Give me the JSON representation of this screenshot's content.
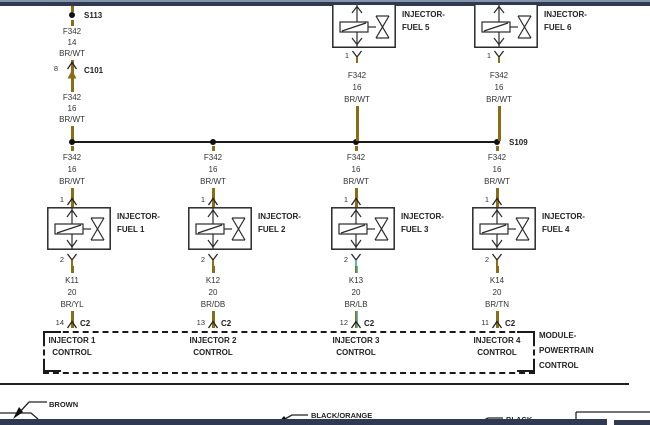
{
  "feed": {
    "splice_label": "S113",
    "wire_above": {
      "circuit": "F342",
      "gauge": "14",
      "color": "BR/WT"
    },
    "connector_pin": "8",
    "connector_label": "C101",
    "wire_below": {
      "circuit": "F342",
      "gauge": "16",
      "color": "BR/WT"
    }
  },
  "splice_right_label": "S109",
  "top_injectors": [
    {
      "label1": "INJECTOR-",
      "label2": "FUEL 5",
      "pin": "1",
      "wire": {
        "circuit": "F342",
        "gauge": "16",
        "color": "BR/WT"
      }
    },
    {
      "label1": "INJECTOR-",
      "label2": "FUEL 6",
      "pin": "1",
      "wire": {
        "circuit": "F342",
        "gauge": "16",
        "color": "BR/WT"
      }
    }
  ],
  "branches": [
    {
      "wire_top": {
        "circuit": "F342",
        "gauge": "16",
        "color": "BR/WT"
      },
      "pin_top": "1",
      "label1": "INJECTOR-",
      "label2": "FUEL 1",
      "pin_bottom": "2",
      "wire_bottom": {
        "circuit": "K11",
        "gauge": "20",
        "color": "BR/YL"
      },
      "pcm_pin": "14",
      "pcm_connector": "C2",
      "control_line1": "INJECTOR 1",
      "control_line2": "CONTROL"
    },
    {
      "wire_top": {
        "circuit": "F342",
        "gauge": "16",
        "color": "BR/WT"
      },
      "pin_top": "1",
      "label1": "INJECTOR-",
      "label2": "FUEL 2",
      "pin_bottom": "2",
      "wire_bottom": {
        "circuit": "K12",
        "gauge": "20",
        "color": "BR/DB"
      },
      "pcm_pin": "13",
      "pcm_connector": "C2",
      "control_line1": "INJECTOR 2",
      "control_line2": "CONTROL"
    },
    {
      "wire_top": {
        "circuit": "F342",
        "gauge": "16",
        "color": "BR/WT"
      },
      "pin_top": "1",
      "label1": "INJECTOR-",
      "label2": "FUEL 3",
      "pin_bottom": "2",
      "wire_bottom": {
        "circuit": "K13",
        "gauge": "20",
        "color": "BR/LB"
      },
      "pcm_pin": "12",
      "pcm_connector": "C2",
      "control_line1": "INJECTOR 3",
      "control_line2": "CONTROL"
    },
    {
      "wire_top": {
        "circuit": "F342",
        "gauge": "16",
        "color": "BR/WT"
      },
      "pin_top": "1",
      "label1": "INJECTOR-",
      "label2": "FUEL 4",
      "pin_bottom": "2",
      "wire_bottom": {
        "circuit": "K14",
        "gauge": "20",
        "color": "BR/TN"
      },
      "pcm_pin": "11",
      "pcm_connector": "C2",
      "control_line1": "INJECTOR 4",
      "control_line2": "CONTROL"
    }
  ],
  "module": {
    "line1": "MODULE-",
    "line2": "POWERTRAIN",
    "line3": "CONTROL"
  },
  "legend": {
    "items": [
      {
        "label": "BROWN"
      },
      {
        "label": "BLACK/ORANGE"
      },
      {
        "label": "BLACK"
      }
    ]
  },
  "colors": {
    "wire_brown": "#8a6d14",
    "wire_light_blue": "#5fb8b0",
    "bar": "#2f3a50"
  }
}
